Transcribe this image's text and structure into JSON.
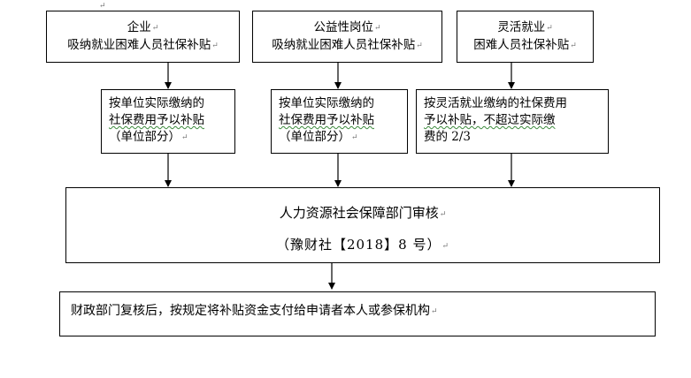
{
  "row1": [
    {
      "lines": [
        "企业",
        "吸纳就业困难人员社保补贴"
      ]
    },
    {
      "lines": [
        "公益性岗位",
        "吸纳就业困难人员社保补贴"
      ]
    },
    {
      "lines": [
        "灵活就业",
        "困难人员社保补贴"
      ]
    }
  ],
  "row2": [
    {
      "lines": [
        "按单位实际缴纳的",
        "社保费用予以补贴",
        "（单位部分）"
      ]
    },
    {
      "lines": [
        "按单位实际缴纳的",
        "社保费用予以补贴",
        "（单位部分）"
      ]
    },
    {
      "lines": [
        "按灵活就业缴纳的社保费用",
        "予以补贴，不超过实际缴",
        "费的 2/3"
      ]
    }
  ],
  "review": {
    "title": "人力资源社会保障部门审核",
    "doc": "（豫财社【2018】8 号）"
  },
  "final": {
    "text": "财政部门复核后，按规定将补贴资金支付给申请者本人或参保机构"
  },
  "colors": {
    "line": "#000000",
    "background": "#ffffff",
    "spellcheck": "#3c8b3c"
  }
}
